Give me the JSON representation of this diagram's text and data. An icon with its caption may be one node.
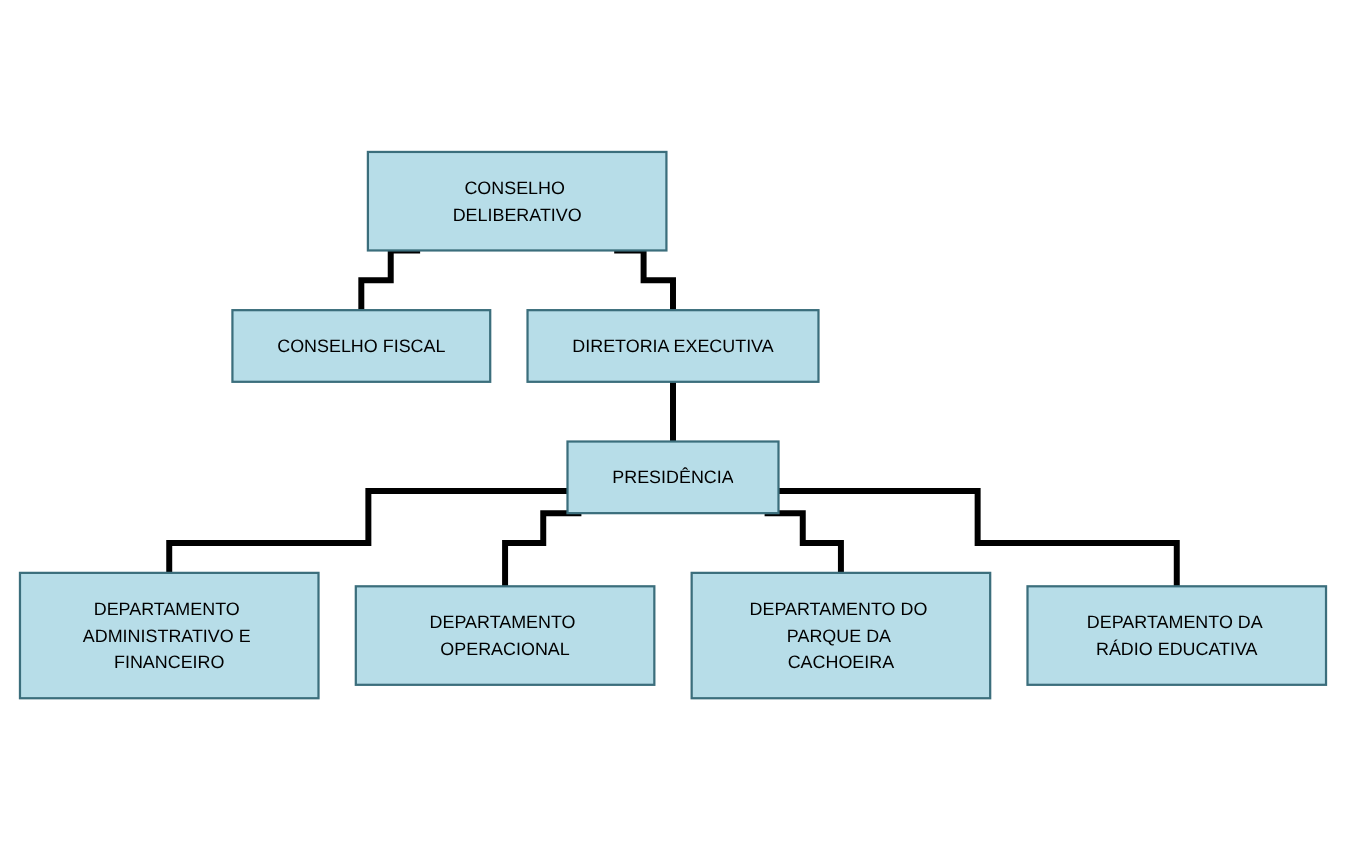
{
  "diagram": {
    "nodes": [
      {
        "text": [
          "CONSELHO DELIBERATIVO"
        ]
      },
      {
        "text": [
          "CONSELHO FISCAL"
        ]
      },
      {
        "text": [
          "DIRETORIA EXECUTIVA"
        ]
      },
      {
        "text": [
          "PRESIDÊNCIA"
        ]
      },
      {
        "text": [
          "DEPARTAMENTO ADMINISTRATIVO E FINANCEIRO"
        ]
      },
      {
        "text": [
          "DEPARTAMENTO OPERACIONAL"
        ]
      },
      {
        "text": [
          "DEPARTAMENTO DO PARQUE DA CACHOEIRA"
        ]
      },
      {
        "text": [
          "DEPARTAMENTO DA RÁDIO EDUCATIVA"
        ]
      }
    ],
    "edges": [
      {
        "from": 0,
        "to": 1,
        "arrow": "none"
      },
      {
        "from": 0,
        "to": 2,
        "arrow": "none"
      },
      {
        "from": 2,
        "to": 3,
        "arrow": "none"
      },
      {
        "from": 3,
        "to": 4,
        "arrow": "none"
      },
      {
        "from": 3,
        "to": 5,
        "arrow": "none"
      },
      {
        "from": 3,
        "to": 6,
        "arrow": "none"
      },
      {
        "from": 3,
        "to": 7,
        "arrow": "none"
      }
    ]
  }
}
